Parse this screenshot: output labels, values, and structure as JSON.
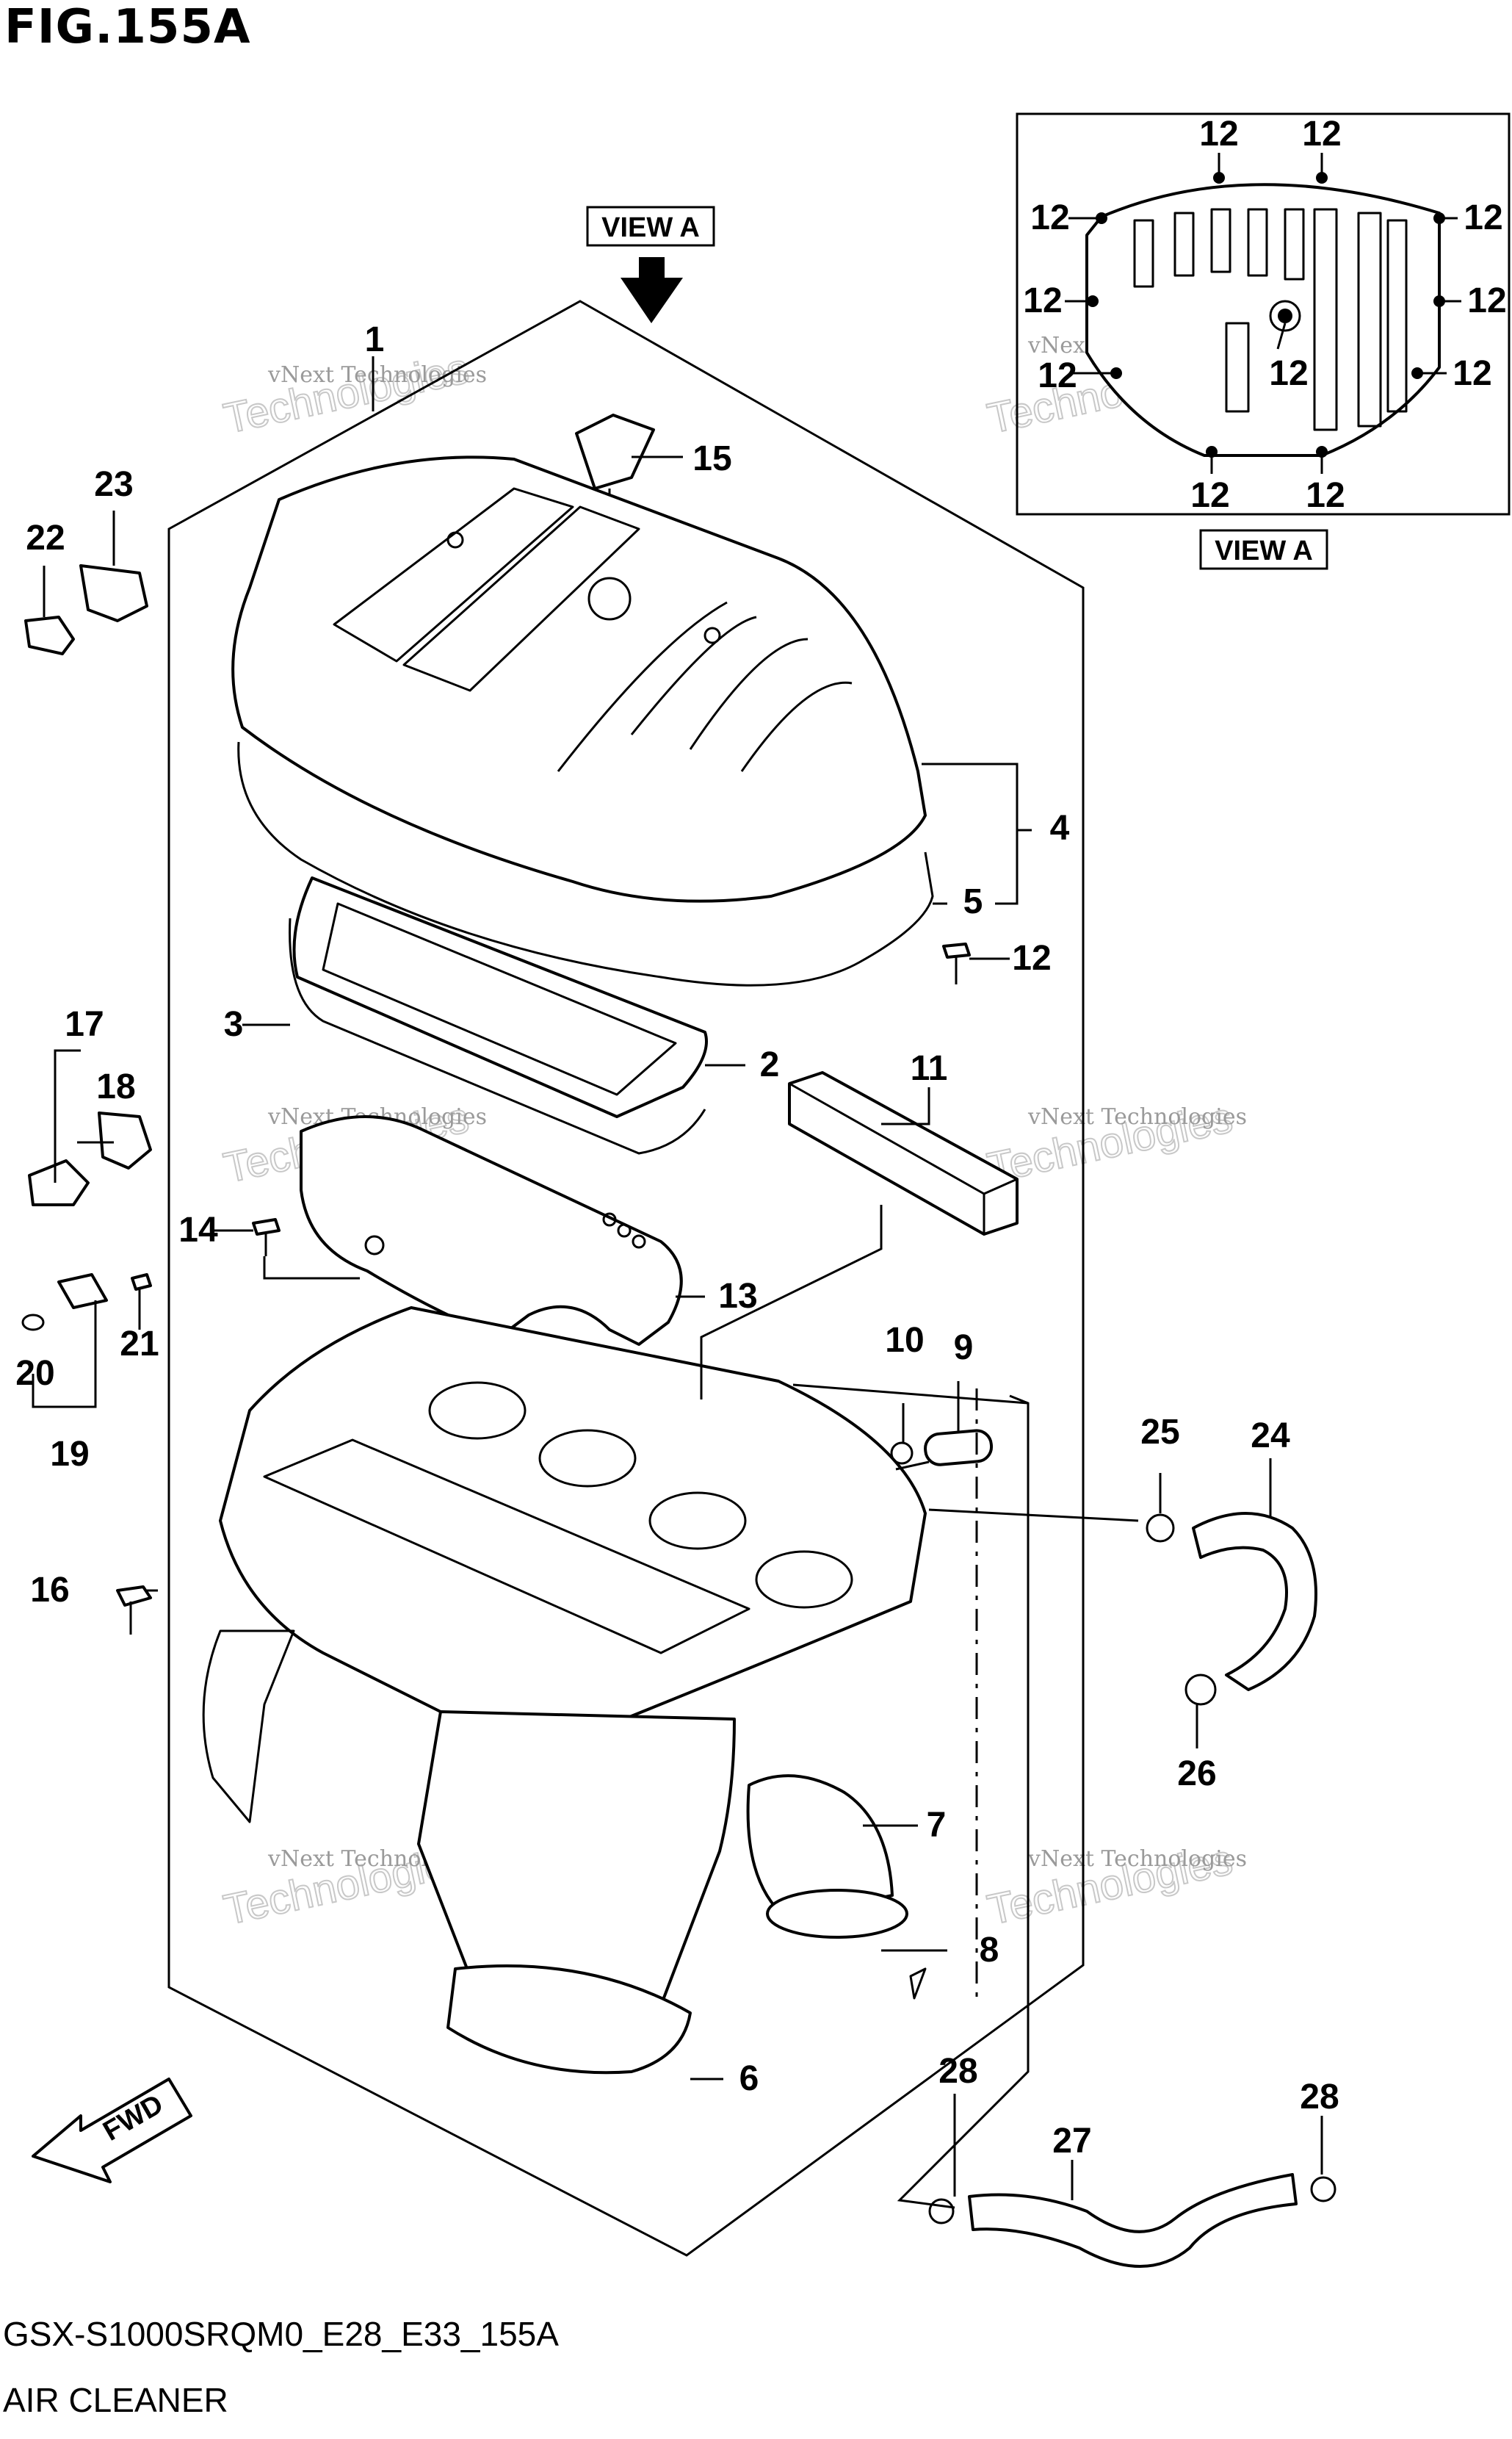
{
  "header": {
    "fig_title": "FIG.155A"
  },
  "footer": {
    "model_code": "GSX-S1000SRQM0_E28_E33_155A",
    "caption": "AIR CLEANER"
  },
  "view_labels": {
    "view_a_top": "VIEW A",
    "view_a_inset": "VIEW A",
    "fwd": "FWD"
  },
  "watermark": {
    "line1": "vNext Technologies",
    "line2": "Technologies"
  },
  "callouts": [
    "1",
    "2",
    "3",
    "4",
    "5",
    "6",
    "7",
    "8",
    "9",
    "10",
    "11",
    "12",
    "13",
    "14",
    "15",
    "16",
    "17",
    "18",
    "19",
    "20",
    "21",
    "22",
    "23",
    "24",
    "25",
    "26",
    "27",
    "28",
    "28",
    "12",
    "12",
    "12",
    "12",
    "12",
    "12",
    "12",
    "12",
    "12",
    "12",
    "12"
  ]
}
